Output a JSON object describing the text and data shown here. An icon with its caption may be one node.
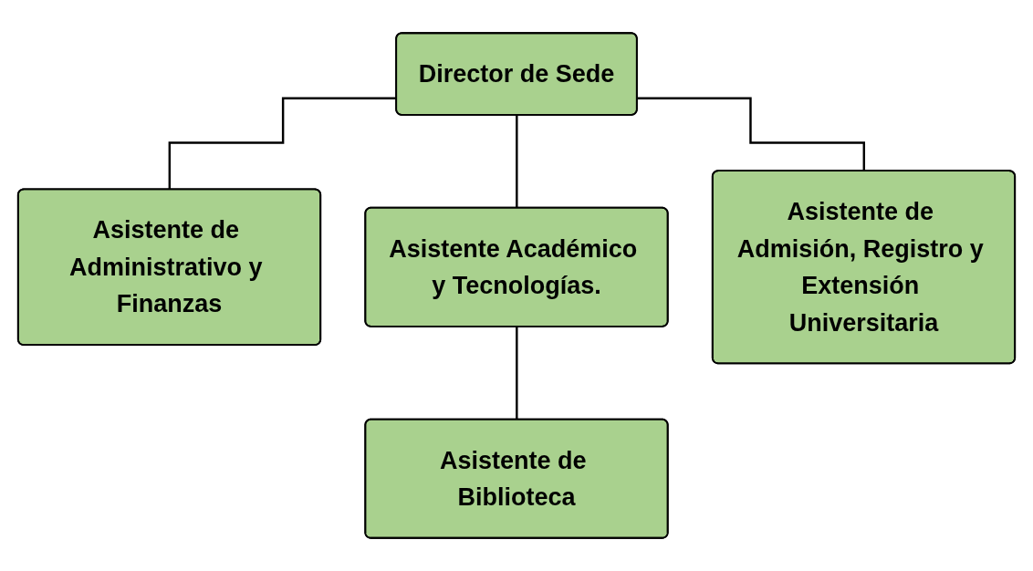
{
  "diagram": {
    "nodes": [
      {
        "text": [
          "Director de Sede"
        ]
      },
      {
        "text": [
          "Asistente de Administrativo y Finanzas"
        ]
      },
      {
        "text": [
          "Asistente Académico y Tecnologías."
        ]
      },
      {
        "text": [
          "Asistente de Admisión, Registro y Extensión Universitaria"
        ]
      },
      {
        "text": [
          "Asistente de Biblioteca"
        ]
      }
    ],
    "edges": [
      {
        "from": 0,
        "to": 1,
        "arrow": "none"
      },
      {
        "from": 0,
        "to": 2,
        "arrow": "none"
      },
      {
        "from": 0,
        "to": 3,
        "arrow": "none"
      },
      {
        "from": 2,
        "to": 4,
        "arrow": "none"
      }
    ]
  }
}
